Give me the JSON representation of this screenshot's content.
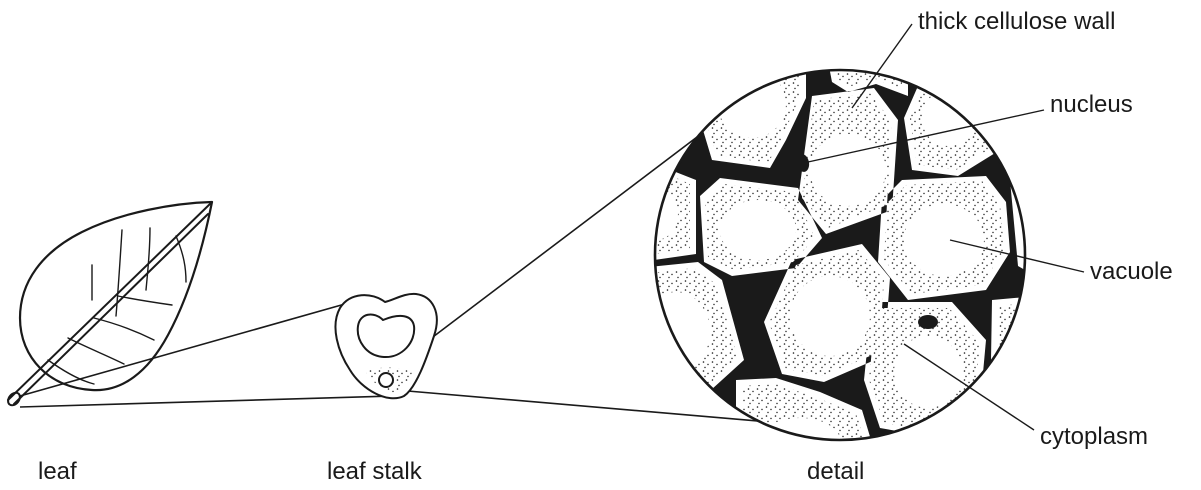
{
  "labels": {
    "thick_cellulose_wall": "thick cellulose wall",
    "nucleus": "nucleus",
    "vacuole": "vacuole",
    "cytoplasm": "cytoplasm"
  },
  "captions": {
    "leaf": "leaf",
    "leaf_stalk": "leaf stalk",
    "detail": "detail"
  },
  "colors": {
    "ink": "#1a1a1a",
    "background": "#ffffff"
  }
}
